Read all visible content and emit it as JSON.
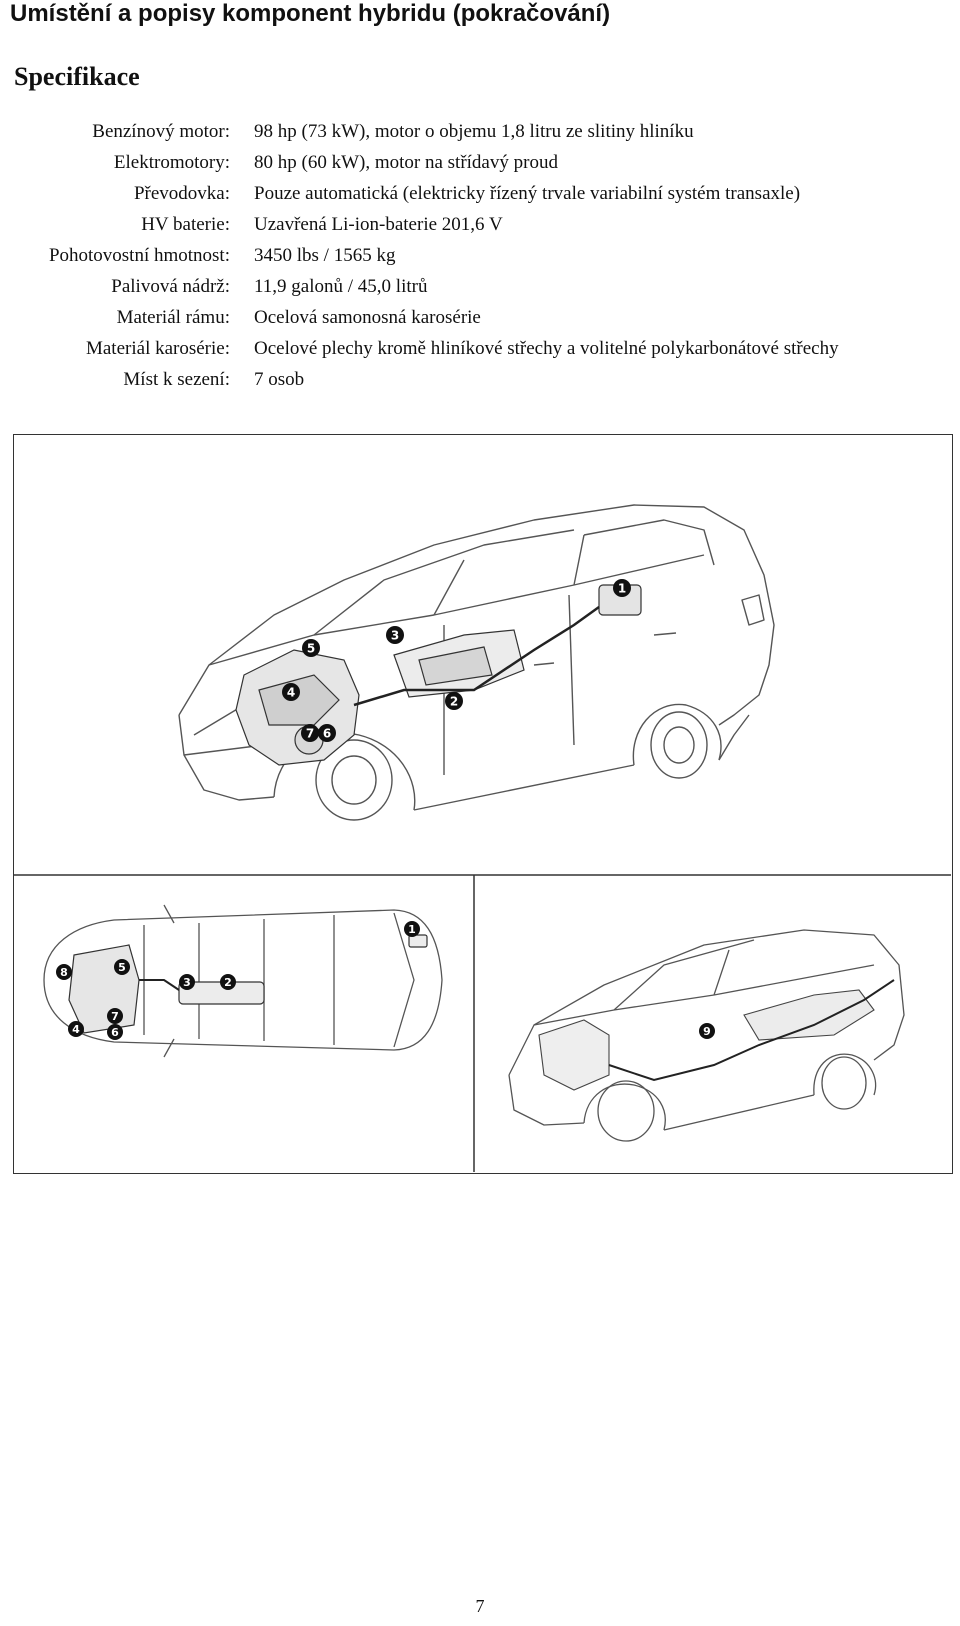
{
  "page": {
    "title": "Umístění a popisy komponent hybridu (pokračování)",
    "subtitle": "Specifikace",
    "page_number": "7"
  },
  "specs": [
    {
      "label": "Benzínový motor:",
      "value": "98 hp (73 kW), motor o objemu 1,8 litru ze slitiny hliníku"
    },
    {
      "label": "Elektromotory:",
      "value": "80 hp (60 kW), motor na střídavý proud"
    },
    {
      "label": "Převodovka:",
      "value": "Pouze automatická (elektricky řízený trvale variabilní systém transaxle)"
    },
    {
      "label": "HV baterie:",
      "value": "Uzavřená Li-ion-baterie 201,6 V"
    },
    {
      "label": "Pohotovostní hmotnost:",
      "value": "3450 lbs / 1565 kg"
    },
    {
      "label": "Palivová nádrž:",
      "value": "11,9 galonů / 45,0 litrů"
    },
    {
      "label": "Materiál rámu:",
      "value": "Ocelová samonosná karosérie"
    },
    {
      "label": "Materiál karosérie:",
      "value": "Ocelové plechy kromě hliníkové střechy a volitelné polykarbonátové střechy"
    },
    {
      "label": "Míst k sezení:",
      "value": "7 osob"
    }
  ],
  "figure": {
    "main_markers": [
      "1",
      "2",
      "3",
      "4",
      "5",
      "6",
      "7"
    ],
    "top_markers": [
      "1",
      "2",
      "3",
      "4",
      "5",
      "6",
      "7",
      "8"
    ],
    "side_markers": [
      "9"
    ]
  }
}
